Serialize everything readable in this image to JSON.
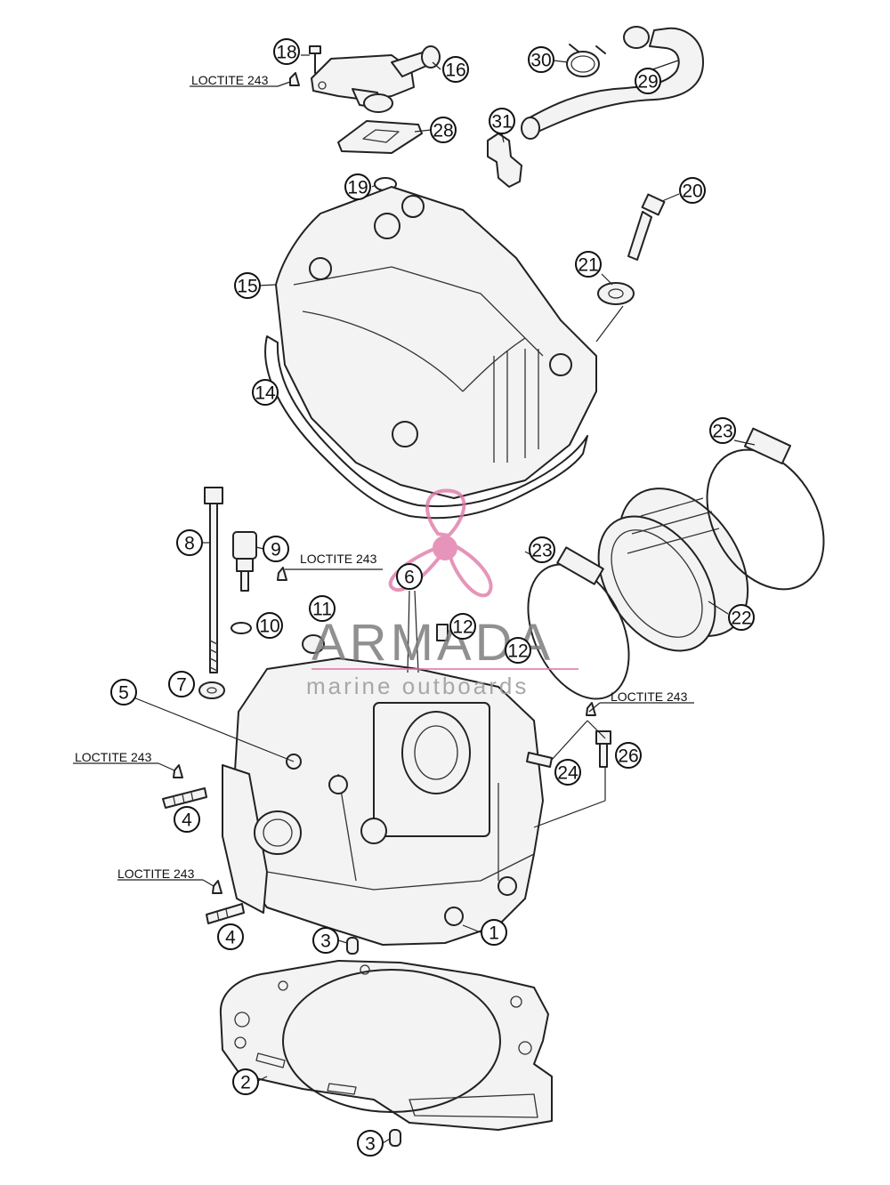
{
  "diagram": {
    "callouts": [
      {
        "id": "c1",
        "label": "1"
      },
      {
        "id": "c2",
        "label": "2"
      },
      {
        "id": "c3a",
        "label": "3"
      },
      {
        "id": "c3b",
        "label": "3"
      },
      {
        "id": "c4a",
        "label": "4"
      },
      {
        "id": "c4b",
        "label": "4"
      },
      {
        "id": "c5",
        "label": "5"
      },
      {
        "id": "c6",
        "label": "6"
      },
      {
        "id": "c7",
        "label": "7"
      },
      {
        "id": "c8",
        "label": "8"
      },
      {
        "id": "c9",
        "label": "9"
      },
      {
        "id": "c10",
        "label": "10"
      },
      {
        "id": "c11",
        "label": "11"
      },
      {
        "id": "c12a",
        "label": "12"
      },
      {
        "id": "c12b",
        "label": "12"
      },
      {
        "id": "c14",
        "label": "14"
      },
      {
        "id": "c15",
        "label": "15"
      },
      {
        "id": "c16",
        "label": "16"
      },
      {
        "id": "c18",
        "label": "18"
      },
      {
        "id": "c19",
        "label": "19"
      },
      {
        "id": "c20",
        "label": "20"
      },
      {
        "id": "c21",
        "label": "21"
      },
      {
        "id": "c22",
        "label": "22"
      },
      {
        "id": "c23a",
        "label": "23"
      },
      {
        "id": "c23b",
        "label": "23"
      },
      {
        "id": "c24",
        "label": "24"
      },
      {
        "id": "c26",
        "label": "26"
      },
      {
        "id": "c28",
        "label": "28"
      },
      {
        "id": "c29",
        "label": "29"
      },
      {
        "id": "c30",
        "label": "30"
      },
      {
        "id": "c31",
        "label": "31"
      }
    ],
    "notes": [
      {
        "id": "n1",
        "text": "LOCTITE 243"
      },
      {
        "id": "n2",
        "text": "LOCTITE 243"
      },
      {
        "id": "n3",
        "text": "LOCTITE 243"
      },
      {
        "id": "n4",
        "text": "LOCTITE 243"
      },
      {
        "id": "n5",
        "text": "LOCTITE 243"
      }
    ]
  },
  "watermark": {
    "brand": "ARMADA",
    "tagline": "marine outboards",
    "logo": "propeller-logo",
    "brand_color": "#e07aa8",
    "text_color": "#7d7d7d"
  }
}
